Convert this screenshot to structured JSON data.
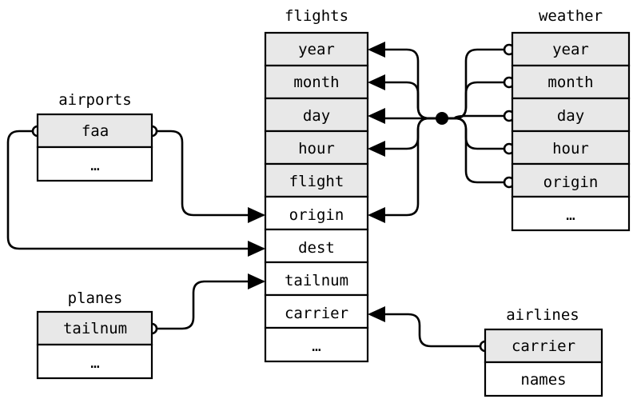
{
  "diagram": {
    "kind": "entity-relationship-diagram",
    "background_color": "#ffffff",
    "key_fill_color": "#e8e8e8",
    "plain_fill_color": "#ffffff",
    "line_color": "#000000"
  },
  "tables": {
    "flights": {
      "title": "flights",
      "rows": [
        {
          "label": "year",
          "key": true
        },
        {
          "label": "month",
          "key": true
        },
        {
          "label": "day",
          "key": true
        },
        {
          "label": "hour",
          "key": true
        },
        {
          "label": "flight",
          "key": true
        },
        {
          "label": "origin",
          "key": false
        },
        {
          "label": "dest",
          "key": false
        },
        {
          "label": "tailnum",
          "key": false
        },
        {
          "label": "carrier",
          "key": false
        },
        {
          "label": "…",
          "key": false
        }
      ]
    },
    "weather": {
      "title": "weather",
      "rows": [
        {
          "label": "year",
          "key": true
        },
        {
          "label": "month",
          "key": true
        },
        {
          "label": "day",
          "key": true
        },
        {
          "label": "hour",
          "key": true
        },
        {
          "label": "origin",
          "key": true
        },
        {
          "label": "…",
          "key": false
        }
      ]
    },
    "airports": {
      "title": "airports",
      "rows": [
        {
          "label": "faa",
          "key": true
        },
        {
          "label": "…",
          "key": false
        }
      ]
    },
    "planes": {
      "title": "planes",
      "rows": [
        {
          "label": "tailnum",
          "key": true
        },
        {
          "label": "…",
          "key": false
        }
      ]
    },
    "airlines": {
      "title": "airlines",
      "rows": [
        {
          "label": "carrier",
          "key": true
        },
        {
          "label": "names",
          "key": false
        }
      ]
    }
  },
  "relationships": [
    {
      "from_table": "weather",
      "from_field": "year",
      "to_table": "flights",
      "to_field": "year"
    },
    {
      "from_table": "weather",
      "from_field": "month",
      "to_table": "flights",
      "to_field": "month"
    },
    {
      "from_table": "weather",
      "from_field": "day",
      "to_table": "flights",
      "to_field": "day"
    },
    {
      "from_table": "weather",
      "from_field": "hour",
      "to_table": "flights",
      "to_field": "hour"
    },
    {
      "from_table": "weather",
      "from_field": "origin",
      "to_table": "flights",
      "to_field": "origin"
    },
    {
      "from_table": "airports",
      "from_field": "faa",
      "to_table": "flights",
      "to_field": "origin"
    },
    {
      "from_table": "airports",
      "from_field": "faa",
      "to_table": "flights",
      "to_field": "dest"
    },
    {
      "from_table": "planes",
      "from_field": "tailnum",
      "to_table": "flights",
      "to_field": "tailnum"
    },
    {
      "from_table": "airlines",
      "from_field": "carrier",
      "to_table": "flights",
      "to_field": "carrier"
    }
  ]
}
